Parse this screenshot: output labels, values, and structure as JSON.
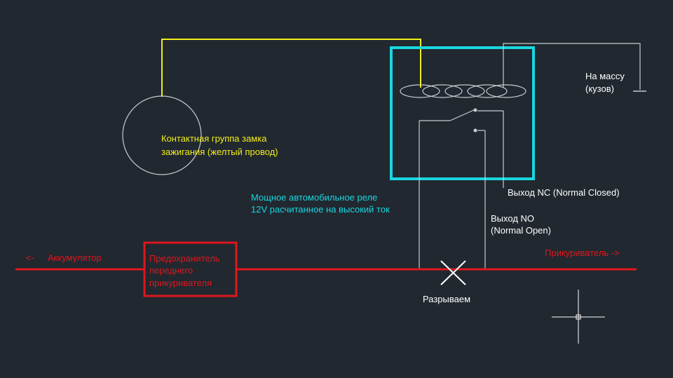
{
  "colors": {
    "background": "#212830",
    "wire_white": "#c8ccd0",
    "yellow": "#f2ee1a",
    "cyan": "#19d6e0",
    "red": "#e0161c"
  },
  "labels": {
    "ignition": [
      "Контактная группа замка",
      "зажигания (желтый провод)"
    ],
    "relay": [
      "Мощное автомобильное реле",
      "12V расчитанное на высокий ток"
    ],
    "ground": [
      "На массу",
      "(кузов)"
    ],
    "nc_output": "Выход NC (Normal Closed)",
    "no_output": [
      "Выход NO",
      "(Normal Open)"
    ],
    "battery_arrow": "<-",
    "battery": "Аккумулятор",
    "fuse": [
      "Предохранитель",
      "переднего",
      "прикуривателя"
    ],
    "lighter": "Прикуриватель ->",
    "break": "Разрываем"
  }
}
